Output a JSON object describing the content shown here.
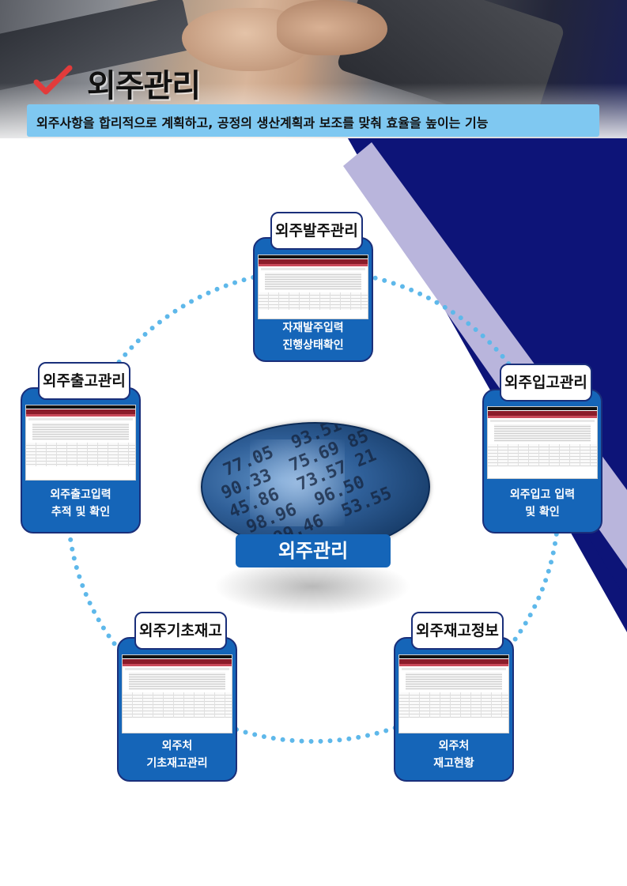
{
  "header": {
    "title": "외주관리",
    "subtitle": "외주사항을 합리적으로 계획하고, 공정의 생산계획과 보조를 맞춰 효율을 높이는 기능"
  },
  "center": {
    "label": "외주관리",
    "image_numbers": "  77.05  93.51\n 90.33  75.69 85\n 45.86  73.57 21\n  98.96  96.50\n    99.46  53.55"
  },
  "modules": {
    "purchase_order": {
      "title": "외주발주관리",
      "line1": "자재발주입력",
      "line2": "진행상태확인"
    },
    "receiving": {
      "title": "외주입고관리",
      "line1": "외주입고 입력",
      "line2": "및 확인"
    },
    "shipping": {
      "title": "외주출고관리",
      "line1": "외주출고입력",
      "line2": "추적 및 확인"
    },
    "base_stock": {
      "title": "외주기초재고",
      "line1": "외주처",
      "line2": "기초재고관리"
    },
    "stock_info": {
      "title": "외주재고정보",
      "line1": "외주처",
      "line2": "재고현황"
    }
  },
  "colors": {
    "accent_blue": "#1565b8",
    "navy": "#0d1478",
    "lavender": "#b9b5dc",
    "subtitle_bar": "#7fc8f1",
    "check_red": "#e23b3b",
    "dots": "#5eb8ea"
  }
}
